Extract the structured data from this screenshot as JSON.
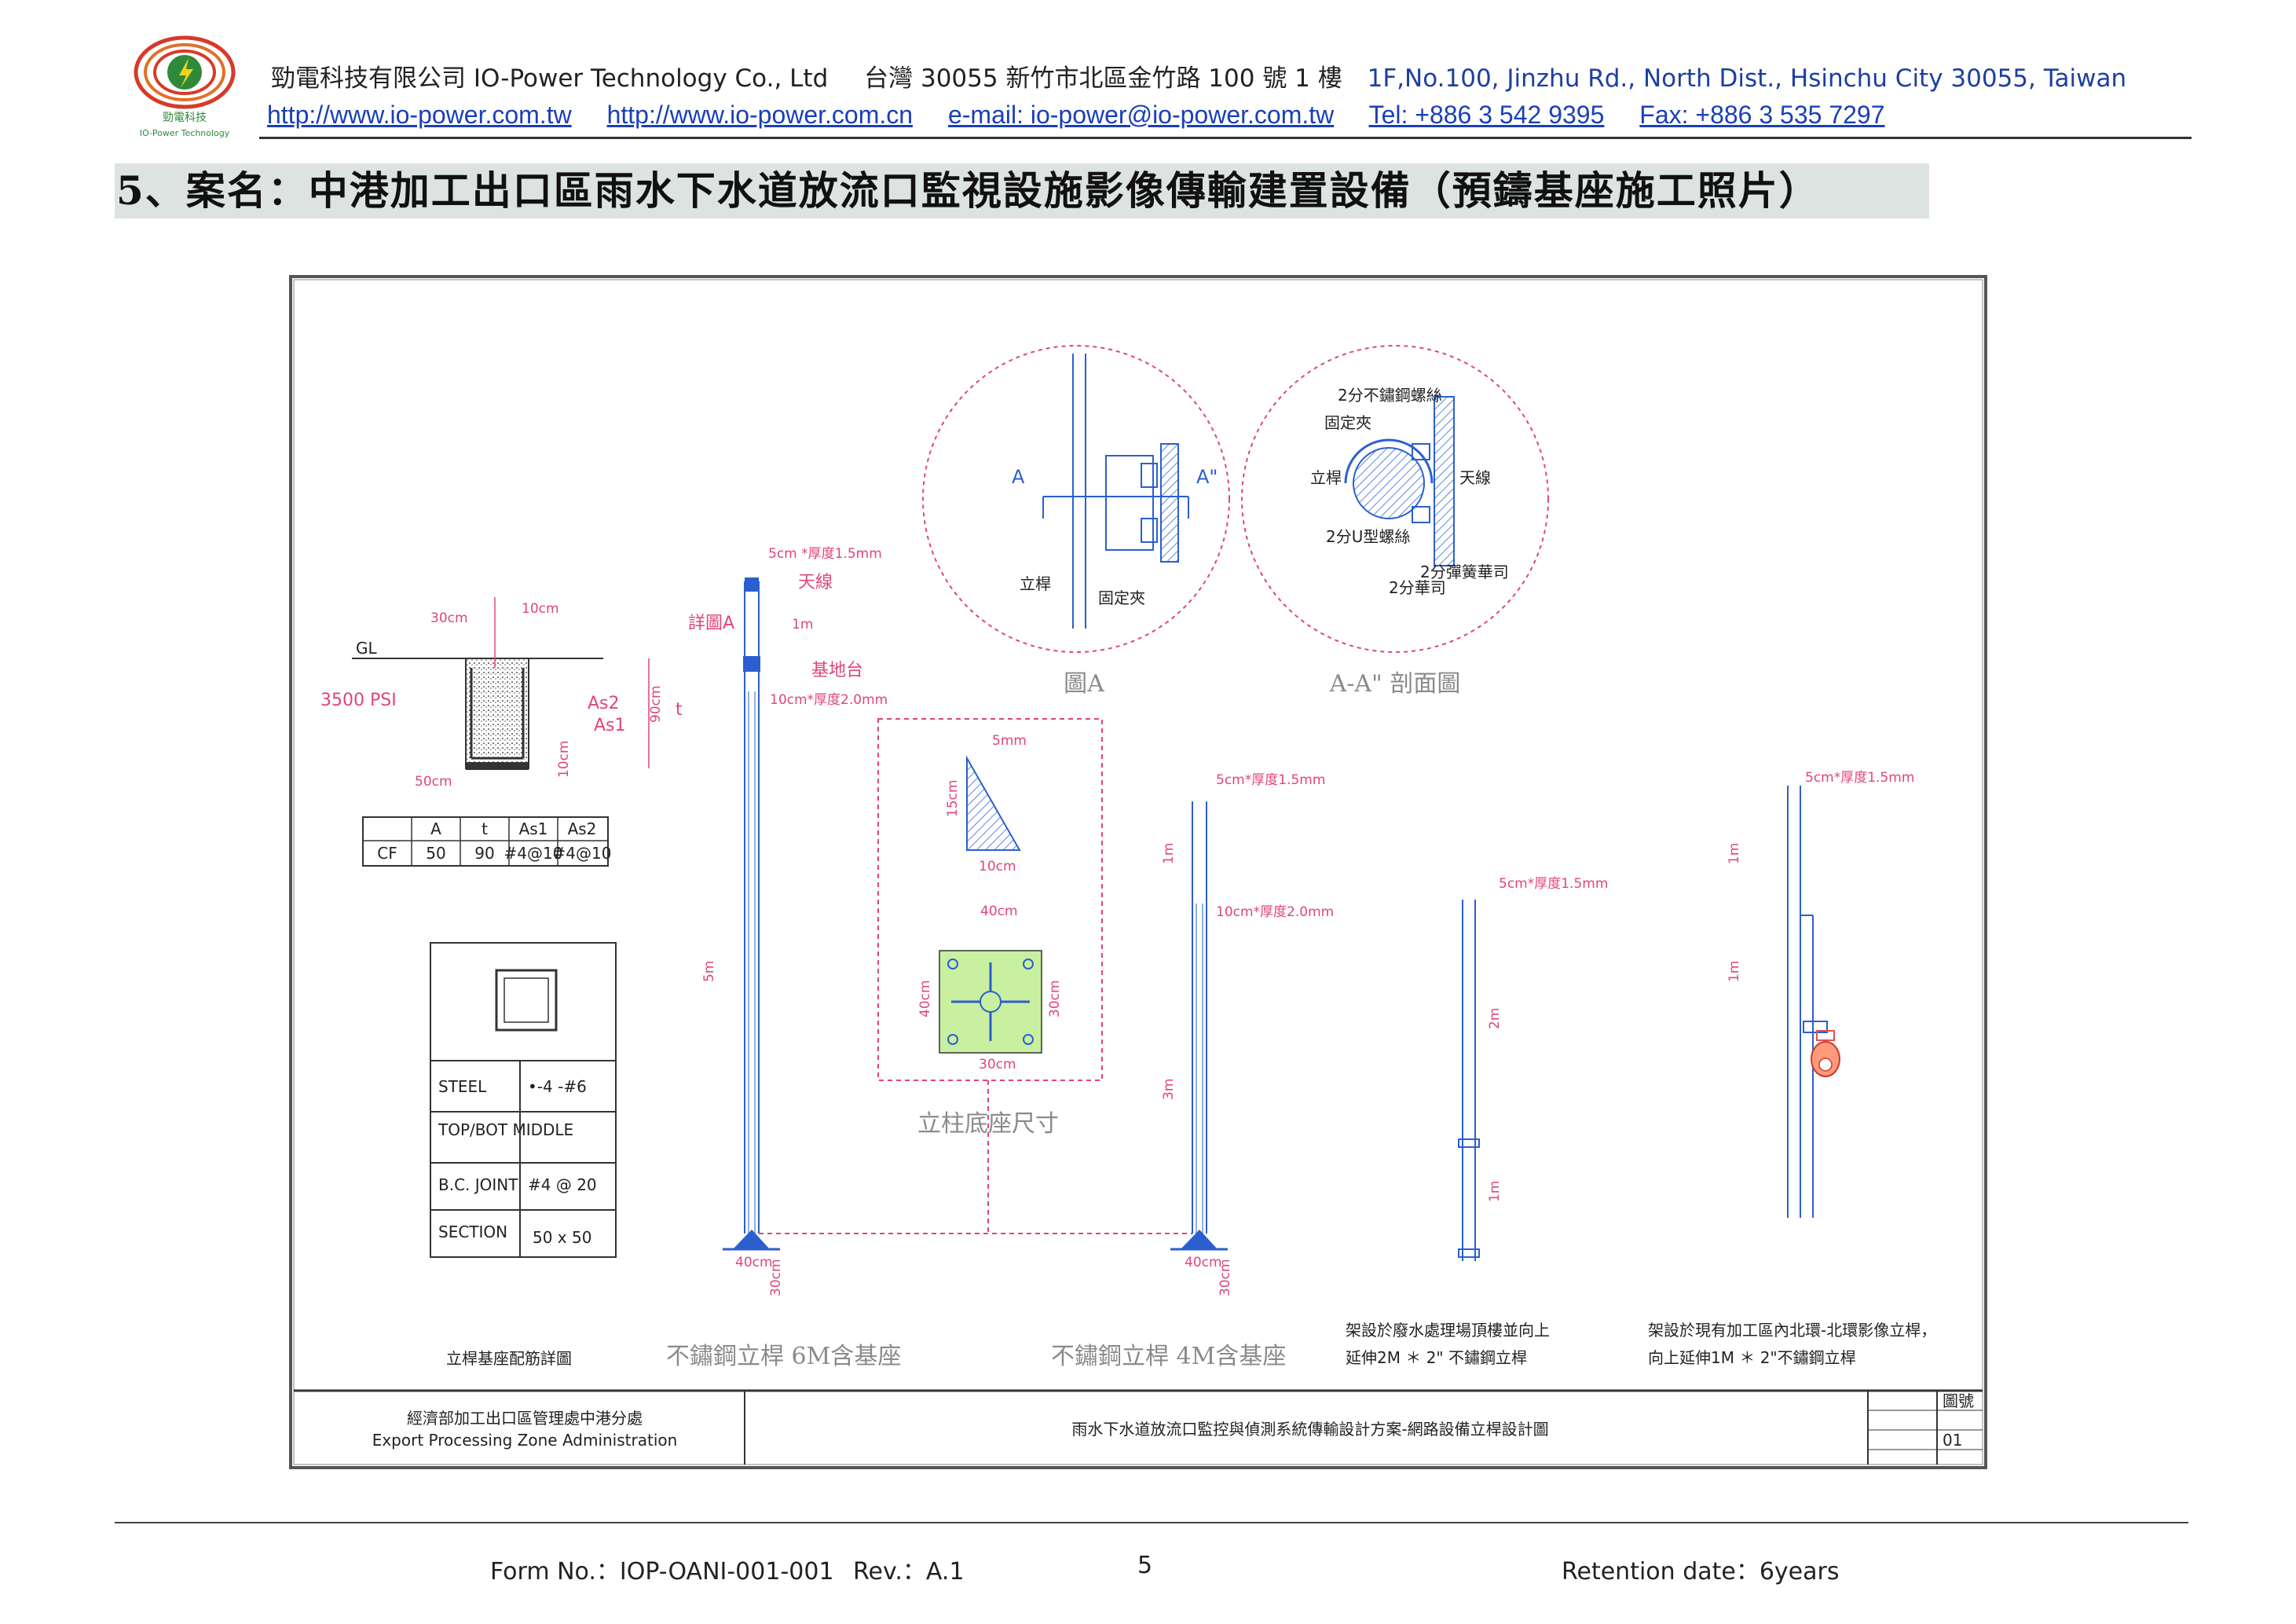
{
  "header": {
    "logo_text": "勁電科技",
    "logo_subtext": "IO-Power Technology",
    "company_cn": "勁電科技有限公司 IO-Power Technology Co., Ltd",
    "address_cn": "台灣 30055 新竹市北區金竹路 100 號 1 樓",
    "address_en": "1F,No.100, Jinzhu Rd., North Dist., Hsinchu City 30055, Taiwan",
    "url_tw": "http://www.io-power.com.tw",
    "url_cn": "http://www.io-power.com.cn",
    "email": "e-mail: io-power@io-power.com.tw",
    "tel": "Tel: +886 3 542 9395",
    "fax": "Fax: +886 3 535 7297"
  },
  "page_title": "5、案名：中港加工出口區雨水下水道放流口監視設施影像傳輸建置設備（預鑄基座施工照片）",
  "drawing": {
    "detail_a": {
      "label_a": "A",
      "label_a2": "A\"",
      "pole": "立桿",
      "clamp": "固定夾",
      "caption": "圖A"
    },
    "section_aa": {
      "wire": "2分不鏽鋼螺絲",
      "clamp": "固定夾",
      "pole": "立桿",
      "antenna": "天線",
      "u_bolt": "2分U型螺絲",
      "nut1": "2分彈簧華司",
      "nut2": "2分華司",
      "caption": "A-A\" 剖面圖"
    },
    "foundation": {
      "dim_top": "30cm",
      "dim_depth": "10cm",
      "gl": "GL",
      "psi": "3500 PSI",
      "as2": "As2",
      "as1": "As1",
      "dim_90": "90cm",
      "t": "t",
      "dim_50": "50cm",
      "dim_10": "10cm",
      "caption": "立桿基座配筋詳圖"
    },
    "rebar_table": {
      "headers": [
        "",
        "A",
        "t",
        "As1",
        "As2"
      ],
      "row": [
        "CF",
        "50",
        "90",
        "#4@10",
        "#4@10"
      ]
    },
    "section_table": {
      "rows": [
        {
          "label": "STEEL",
          "value": "•-4  -#6"
        },
        {
          "label": "TOP/BOT MIDDLE",
          "value": ""
        },
        {
          "label": "B.C. JOINT",
          "value": "#4  @ 20"
        },
        {
          "label": "SECTION",
          "value": "50 x 50"
        }
      ]
    },
    "pole6": {
      "top_spec": "5cm *厚度1.5mm",
      "detail": "詳圖A",
      "antenna": "天線",
      "base": "基地台",
      "mid_spec": "10cm*厚度2.0mm",
      "dim_1m": "1m",
      "dim_5m": "5m",
      "dim_40": "40cm",
      "dim_30": "30cm",
      "caption": "不鏽鋼立桿 6M含基座"
    },
    "base_plate": {
      "dim_5": "5mm",
      "dim_15": "15cm",
      "dim_10": "10cm",
      "dim_40_top": "40cm",
      "dim_40_side": "40cm",
      "dim_30_side": "30cm",
      "dim_30_bot": "30cm",
      "caption": "立柱底座尺寸"
    },
    "pole4": {
      "top_spec": "5cm*厚度1.5mm",
      "mid_spec": "10cm*厚度2.0mm",
      "dim_1m": "1m",
      "dim_3m": "3m",
      "dim_40": "40cm",
      "dim_30": "30cm",
      "caption": "不鏽鋼立桿 4M含基座"
    },
    "pole_wall": {
      "top_spec": "5cm*厚度1.5mm",
      "dim_2m": "2m",
      "dim_1m": "1m",
      "caption1": "架設於廢水處理場頂樓並向上",
      "caption2": "延伸2M ＊ 2\" 不鏽鋼立桿"
    },
    "pole_cam": {
      "top_spec": "5cm*厚度1.5mm",
      "dim_1m_a": "1m",
      "dim_1m_b": "1m",
      "caption1": "架設於現有加工區內北環-北環影像立桿，",
      "caption2": "向上延伸1M ＊ 2\"不鏽鋼立桿"
    },
    "title_block": {
      "org_cn": "經濟部加工出口區管理處中港分處",
      "org_en": "Export Processing Zone Administration",
      "title": "雨水下水道放流口監控與偵測系統傳輸設計方案-網路設備立桿設計圖",
      "sheet_label": "圖號",
      "sheet_no": "01"
    }
  },
  "footer": {
    "form_no": "Form No.：IOP-OANI-001-001",
    "rev": "Rev.：A.1",
    "page": "5",
    "retention": "Retention date：6years"
  },
  "colors": {
    "dimension_pink": "#e0457a",
    "pole_blue": "#2b5fd0",
    "link_blue": "#1a3fb8",
    "base_green": "#c9f0a0"
  }
}
